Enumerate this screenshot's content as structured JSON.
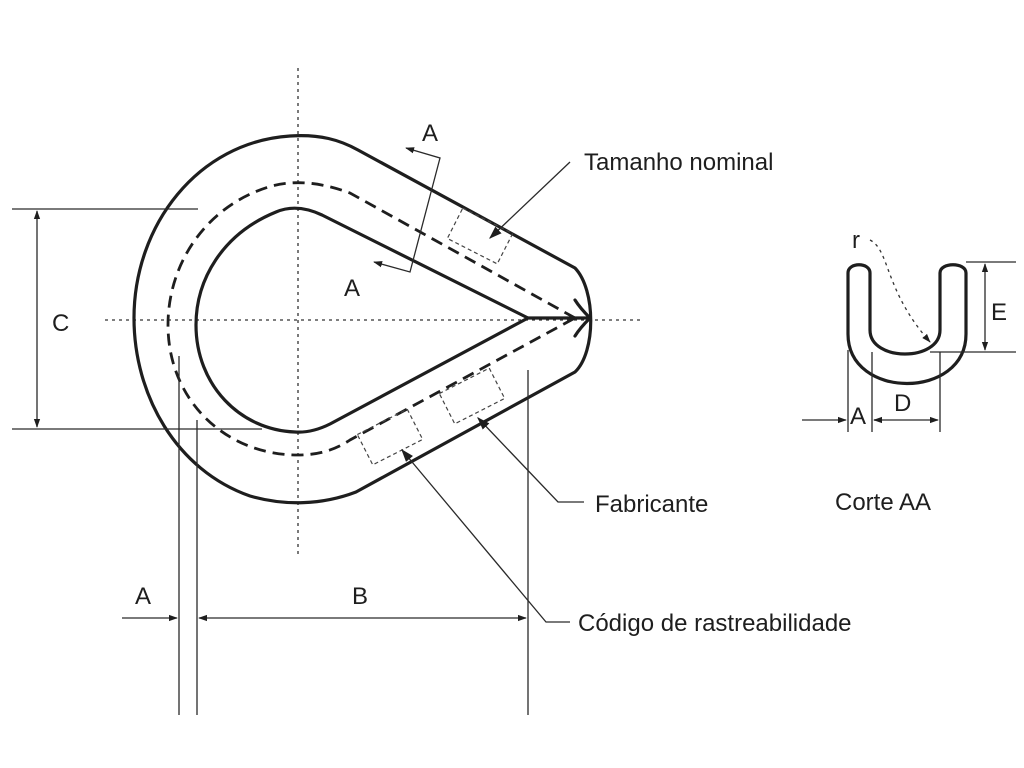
{
  "callouts": {
    "nominal_size": "Tamanho nominal",
    "manufacturer": "Fabricante",
    "traceability_code": "Código de rastreabilidade"
  },
  "section": {
    "title": "Corte AA",
    "cut_marker_top": "A",
    "cut_marker_bottom": "A"
  },
  "dimensions": {
    "a_main": "A",
    "b_main": "B",
    "c_main": "C",
    "a_section": "A",
    "d_section": "D",
    "e_section": "E",
    "r_section": "r"
  }
}
